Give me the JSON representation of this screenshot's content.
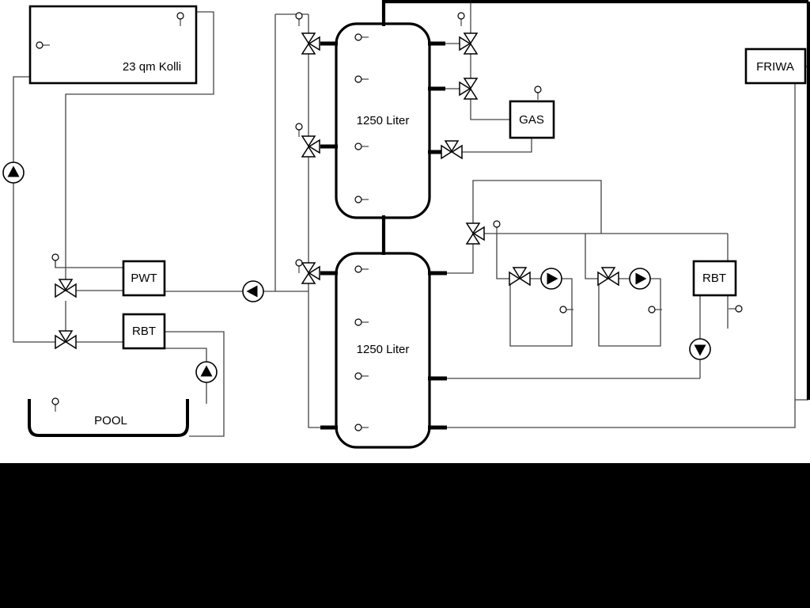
{
  "labels": {
    "collector": "23 qm Kolli",
    "upper_tank": "1250 Liter",
    "lower_tank": "1250 Liter",
    "gas": "GAS",
    "friwa": "FRIWA",
    "pwt": "PWT",
    "rbt_left": "RBT",
    "rbt_right": "RBT",
    "pool": "POOL"
  },
  "icons": {
    "pump": "pump-icon",
    "three_way_valve": "three-way-valve-icon",
    "temperature_sensor": "temperature-sensor-icon"
  },
  "colors": {
    "background": "#ffffff",
    "main_lines": "#000000",
    "pipe_lines": "#444444",
    "letterbox": "#000000"
  }
}
